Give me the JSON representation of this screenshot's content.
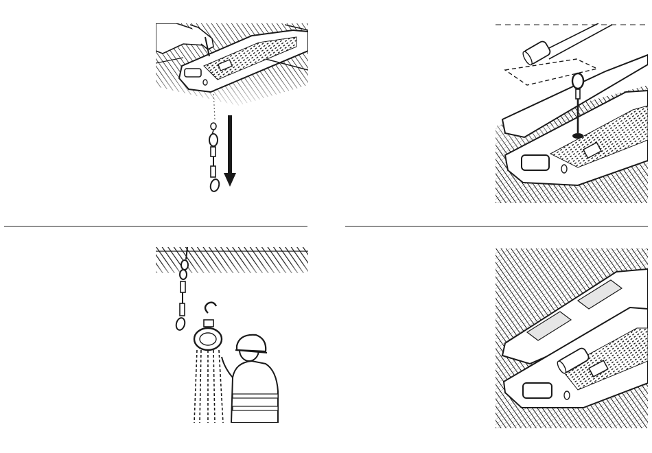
{
  "panels": [
    {
      "id": "step-1",
      "illustration": "lower-lifting-eye-cable-through-ceiling-plate"
    },
    {
      "id": "step-2",
      "illustration": "attach-lifting-eye-to-ceiling-plate"
    },
    {
      "id": "step-3",
      "illustration": "hang-chain-hoist-on-lifting-eye"
    },
    {
      "id": "step-4",
      "illustration": "close-cover-of-ceiling-plate"
    }
  ],
  "colors": {
    "ink": "#1a1a1a",
    "line": "#222222",
    "paper": "#ffffff",
    "panel_fill": "#e6e6e6"
  }
}
